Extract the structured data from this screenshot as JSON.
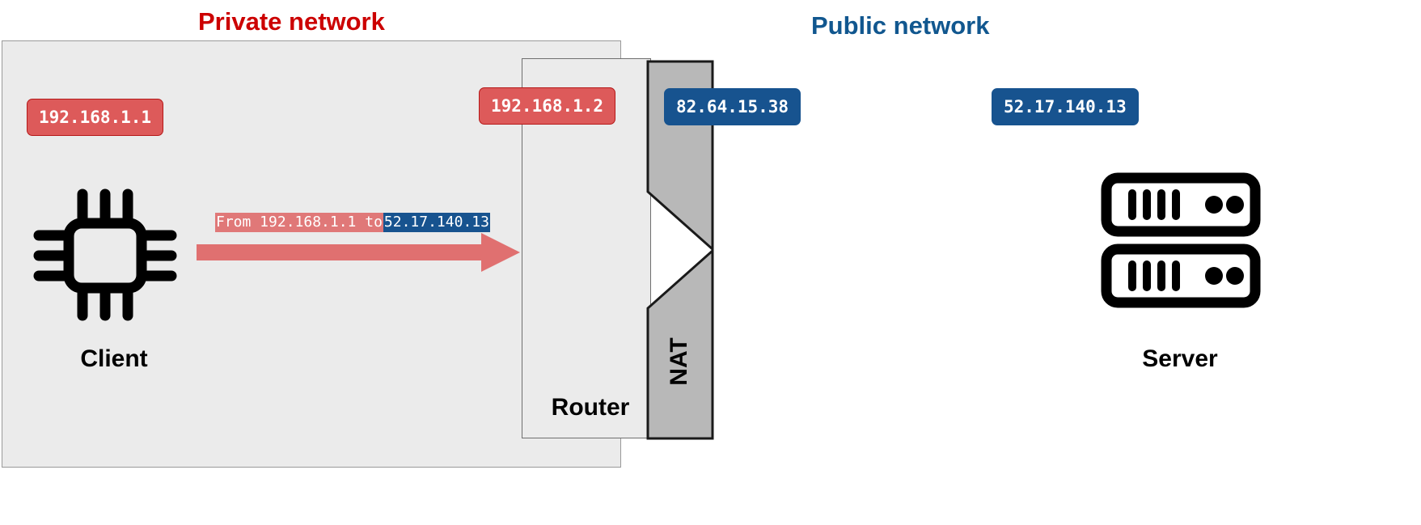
{
  "zones": {
    "private": {
      "title": "Private network",
      "color": "#cc0000"
    },
    "public": {
      "title": "Public network",
      "color": "#11578f"
    }
  },
  "devices": {
    "client": {
      "label": "Client",
      "icon": "cpu-chip-icon"
    },
    "router": {
      "label": "Router"
    },
    "nat": {
      "label": "NAT"
    },
    "server": {
      "label": "Server",
      "icon": "server-rack-icon"
    }
  },
  "addresses": {
    "client_ip": "192.168.1.1",
    "router_lan_ip": "192.168.1.2",
    "router_wan_ip": "82.64.15.38",
    "server_ip": "52.17.140.13"
  },
  "packet": {
    "source_text": "From 192.168.1.1 to ",
    "destination_text": "52.17.140.13",
    "direction": "left-to-right"
  },
  "colors": {
    "private_accent": "#cc0000",
    "public_accent": "#11578f",
    "red_badge": "#dd5a5a",
    "red_badge_border": "#b51818",
    "blue_badge": "#17538f",
    "arrow": "#e07070",
    "zone_fill": "#ebebeb",
    "nat_fill": "#b8b8b8"
  }
}
